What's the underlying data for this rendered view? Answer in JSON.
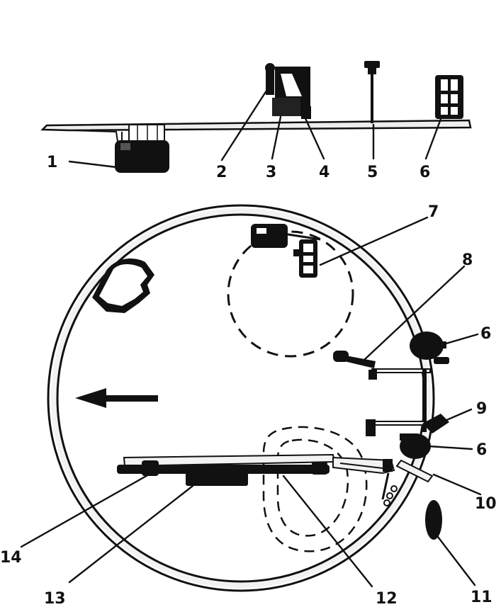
{
  "labels": {
    "l1": "1",
    "l2": "2",
    "l3": "3",
    "l4": "4",
    "l5": "5",
    "l6a": "6",
    "l7": "7",
    "l8": "8",
    "l6b": "6",
    "l9": "9",
    "l6c": "6",
    "l10": "10",
    "l11": "11",
    "l12": "12",
    "l13": "13",
    "l14": "14"
  },
  "colors": {
    "ink": "#111111",
    "ring": "#f2f2f2",
    "paper": "#ffffff"
  }
}
